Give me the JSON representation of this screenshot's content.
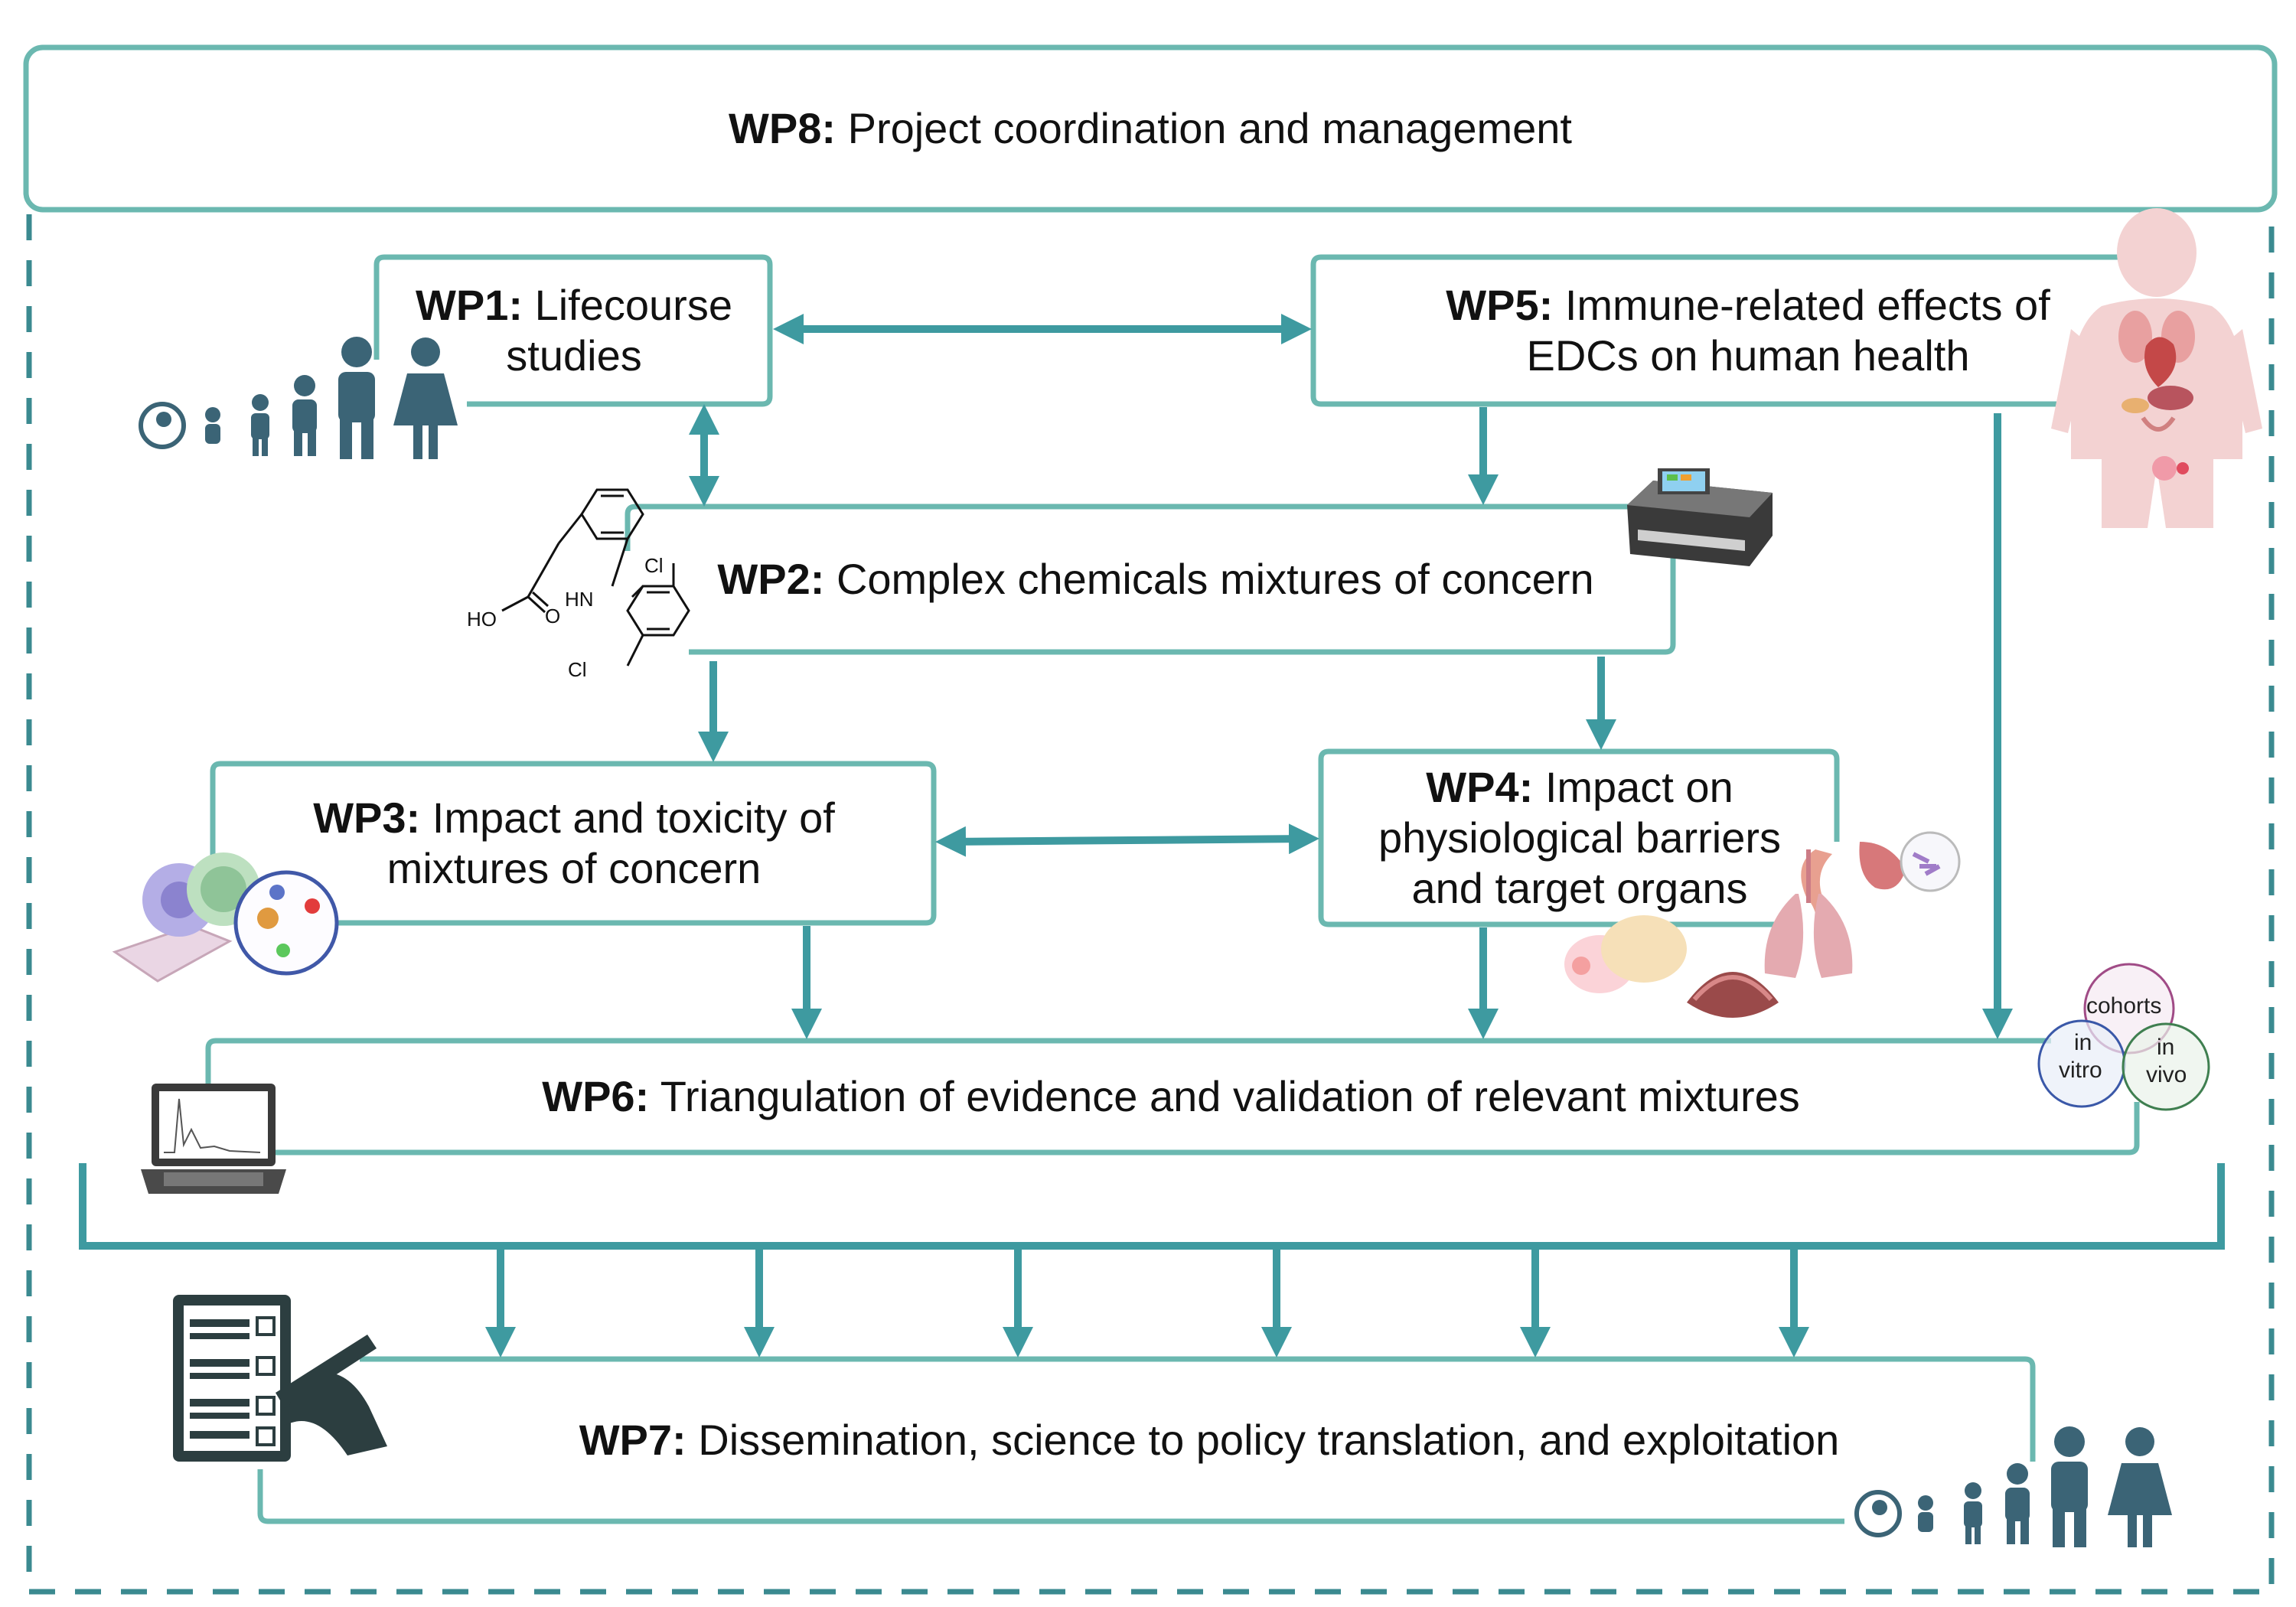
{
  "colors": {
    "frame": "#6bb8b0",
    "arrow": "#3e9aa0",
    "figure": "#3b6476",
    "text": "#111111"
  },
  "wp8": {
    "code": "WP8:",
    "title": "Project coordination and management"
  },
  "wp1": {
    "code": "WP1:",
    "line1": "Lifecourse",
    "line2": "studies"
  },
  "wp5": {
    "code": "WP5:",
    "line1": "Immune-related effects of",
    "line2": "EDCs on human health"
  },
  "wp2": {
    "code": "WP2:",
    "title": "Complex chemicals mixtures of concern"
  },
  "wp3": {
    "code": "WP3:",
    "line1": "Impact and toxicity of",
    "line2": "mixtures of concern"
  },
  "wp4": {
    "code": "WP4:",
    "line1": "Impact on",
    "line2": "physiological barriers",
    "line3": "and target organs"
  },
  "wp6": {
    "code": "WP6:",
    "title": "Triangulation of evidence and validation of relevant mixtures"
  },
  "wp7": {
    "code": "WP7:",
    "title": "Dissemination, science to policy translation, and exploitation"
  },
  "venn": {
    "top": "cohorts",
    "left_1": "in",
    "left_2": "vitro",
    "right_1": "in",
    "right_2": "vivo"
  },
  "chemical": {
    "cl_top": "Cl",
    "cl_bottom": "Cl",
    "nh": "HN",
    "ho": "HO",
    "o": "O"
  },
  "icons": [
    "family-lifecourse-icon",
    "human-body-organs-icon",
    "chemical-structure-icon",
    "lab-instrument-icon",
    "cells-icon",
    "organs-icon",
    "laptop-chart-icon",
    "checklist-icon"
  ]
}
